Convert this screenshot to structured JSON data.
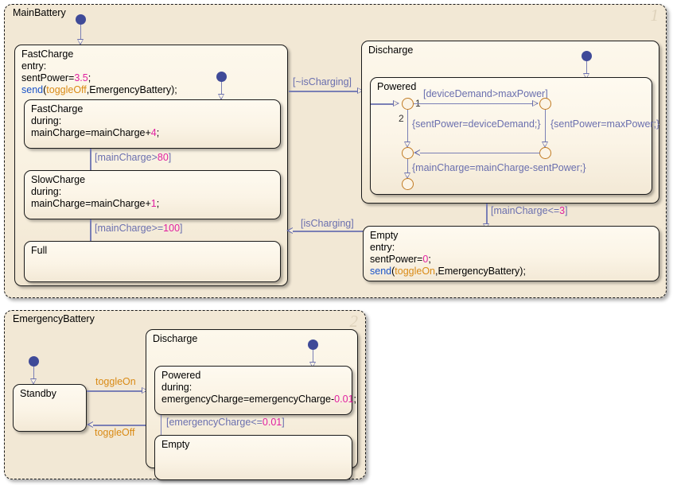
{
  "charts": [
    {
      "name": "MainBattery",
      "number": "1",
      "states": {
        "fastcharge_super": {
          "name": "FastCharge",
          "lines": [
            "FastCharge",
            "entry:",
            "sentPower=3.5;",
            "send(toggleOff,EmergencyBattery);"
          ],
          "entry_label": "entry:",
          "action_sentpower": "sentPower=",
          "sentpower_value": "3.5",
          "send_kw": "send",
          "send_event": "toggleOff",
          "send_target": ",EmergencyBattery);"
        },
        "fastcharge": {
          "name": "FastCharge",
          "during_label": "during:",
          "action": "mainCharge=mainCharge+",
          "value": "4",
          "semi": ";"
        },
        "slowcharge": {
          "name": "SlowCharge",
          "during_label": "during:",
          "action": "mainCharge=mainCharge+",
          "value": "1",
          "semi": ";"
        },
        "full": {
          "name": "Full"
        },
        "discharge": {
          "name": "Discharge"
        },
        "powered": {
          "name": "Powered"
        },
        "empty": {
          "name": "Empty",
          "entry_label": "entry:",
          "action_sentpower": "sentPower=",
          "sentpower_value": "0",
          "semi": ";",
          "send_kw": "send",
          "send_event": "toggleOn",
          "send_target": ",EmergencyBattery);"
        }
      },
      "transitions": {
        "fast_to_slow": "[mainCharge>80]",
        "fast_to_slow_pre": "[mainCharge>",
        "fast_to_slow_num": "80",
        "fast_to_slow_post": "]",
        "slow_to_full_pre": "[mainCharge>=",
        "slow_to_full_num": "100",
        "slow_to_full_post": "]",
        "not_charging": "[~isCharging]",
        "is_charging": "[isCharging]",
        "discharge_to_empty_pre": "[mainCharge<=",
        "discharge_to_empty_num": "3",
        "discharge_to_empty_post": "]"
      },
      "flow": {
        "cond_device_demand": "[deviceDemand>maxPower]",
        "act_sent_device": "{sentPower=deviceDemand;}",
        "act_sent_max": "{sentPower=maxPower;}",
        "act_main_charge": "{mainCharge=mainCharge-sentPower;}",
        "order_1": "1",
        "order_2": "2"
      }
    },
    {
      "name": "EmergencyBattery",
      "number": "2",
      "states": {
        "standby": {
          "name": "Standby"
        },
        "discharge": {
          "name": "Discharge"
        },
        "powered": {
          "name": "Powered",
          "during_label": "during:",
          "action": "emergencyCharge=emergencyCharge-",
          "value": "0.01",
          "semi": ";"
        },
        "empty": {
          "name": "Empty"
        }
      },
      "transitions": {
        "toggle_on": "toggleOn",
        "toggle_off": "toggleOff",
        "powered_to_empty_pre": "[emergencyCharge<=",
        "powered_to_empty_num": "0.01",
        "powered_to_empty_post": "]"
      }
    }
  ],
  "colors": {
    "chart_bg": "#F2E8D5",
    "state_bg": "#FBF4E6",
    "transition": "#7a7fb5",
    "condition_text": "#6a6fae",
    "event_text": "#D98A15",
    "number_text": "#E020A0",
    "keyword_text": "#1a53c8",
    "junction_border": "#C07A22",
    "default_dot": "#3f4a98"
  }
}
